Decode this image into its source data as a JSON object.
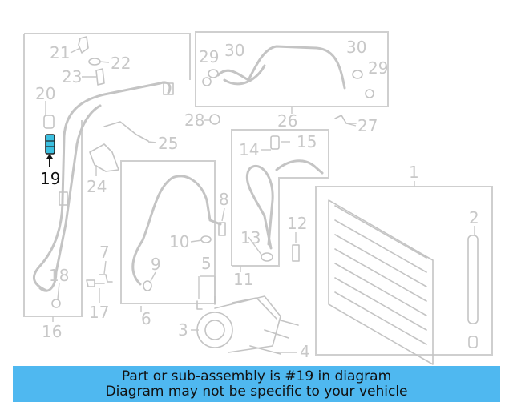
{
  "callouts": [
    "21",
    "22",
    "23",
    "20",
    "19",
    "16",
    "18",
    "17",
    "7",
    "9",
    "6",
    "10",
    "8",
    "5",
    "3",
    "4",
    "11",
    "13",
    "12",
    "14",
    "15",
    "26",
    "28",
    "27",
    "29",
    "30",
    "25",
    "24",
    "1",
    "2"
  ],
  "highlight_part": "19",
  "caption": {
    "line1": "Part or sub-assembly is #19 in diagram",
    "line2": "Diagram may not be specific to your vehicle"
  },
  "colors": {
    "caption_bg": "#4fb8f0",
    "highlight": "#3cc0e0",
    "line": "#c4c4c4"
  }
}
